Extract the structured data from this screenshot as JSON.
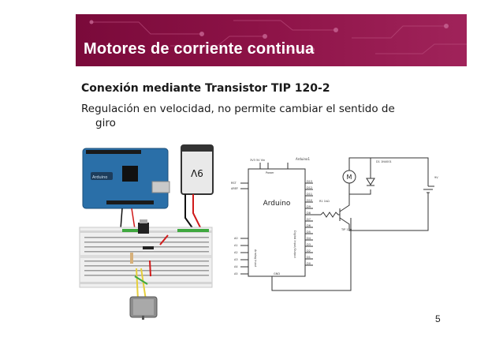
{
  "slide": {
    "title": "Motores de corriente continua",
    "subtitle": "Conexión mediante Transistor TIP 120-2",
    "body_line1": "Regulación en velocidad, no permite cambiar el sentido de",
    "body_line2": "giro",
    "page_number": "5"
  },
  "photo": {
    "battery_label": "9V",
    "board_label": "Arduino"
  },
  "schematic": {
    "board_header": "Arduino1",
    "board_name": "Arduino",
    "power_pins": "3V3  5V      Vin",
    "power_label": "Power",
    "left_pins": [
      "RST",
      "AREF",
      "A0",
      "A1",
      "A2",
      "A3",
      "A4",
      "A5"
    ],
    "right_pins": [
      "D13",
      "D12",
      "D11",
      "D10",
      "D9",
      "D8",
      "D7",
      "D6",
      "D5",
      "D4",
      "D3",
      "D2",
      "D1",
      "D0"
    ],
    "side_label": "Digital Input/Output",
    "analog_side_label": "Analog Input",
    "gnd_label": "GND",
    "motor_label": "M",
    "diode_label": "D1 1N4001",
    "resistor_label": "R1 1kΩ",
    "transistor_label": "TIP 120",
    "battery_label": "9V",
    "diode_ref": "D1"
  }
}
